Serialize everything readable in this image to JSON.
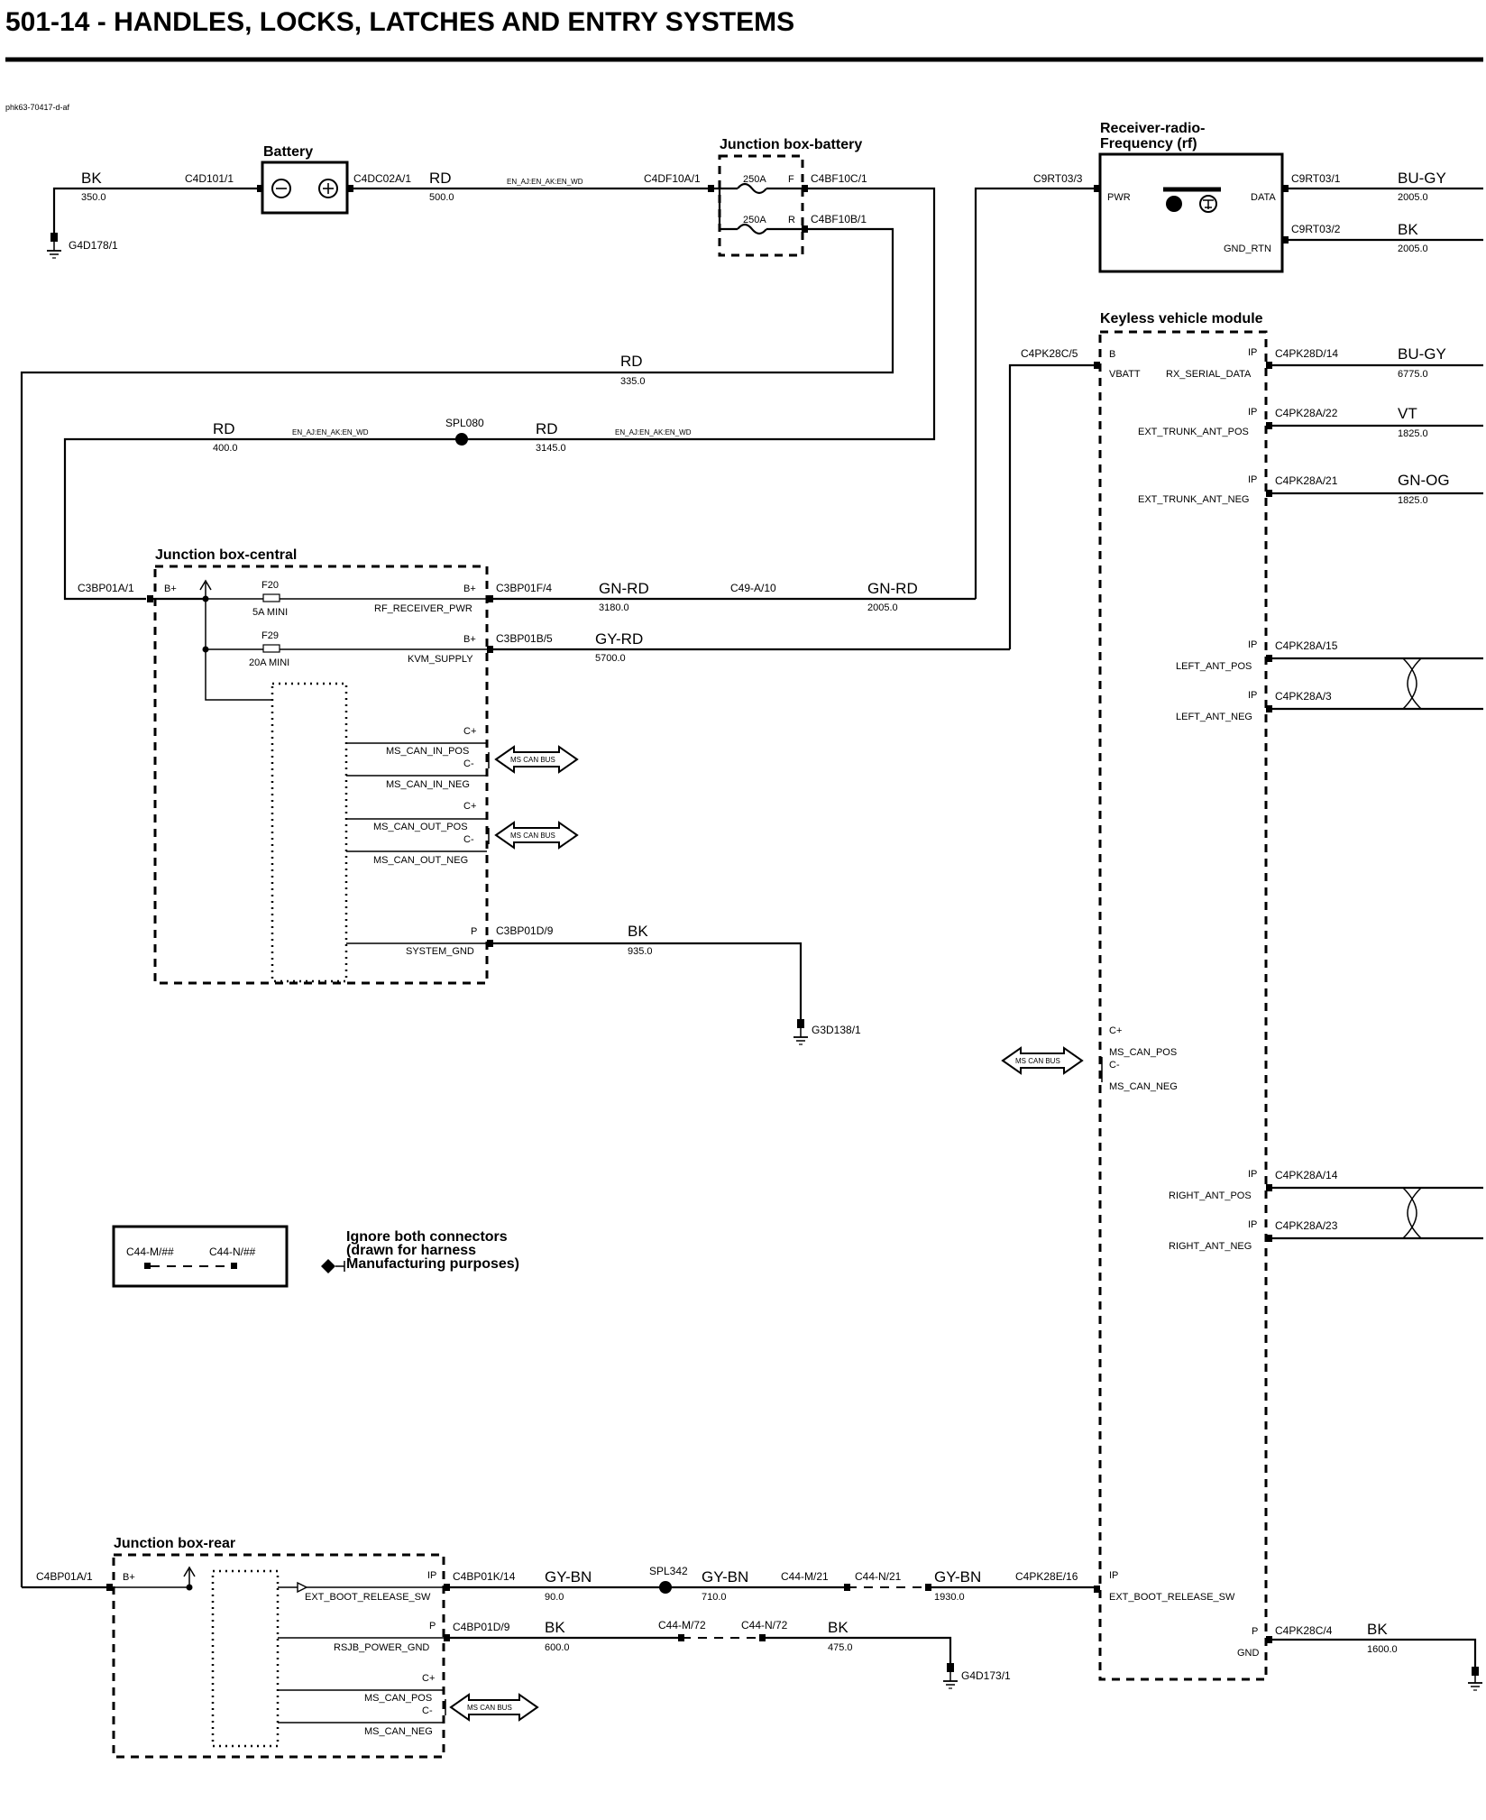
{
  "title": "501-14 - HANDLES, LOCKS, LATCHES AND ENTRY SYSTEMS",
  "figure_id": "phk63-70417-d-af",
  "components": {
    "battery": "Battery",
    "junction_box_battery": "Junction box-battery",
    "receiver_line1": "Receiver-radio-",
    "receiver_line2": "Frequency (rf)",
    "keyless_vehicle_module": "Keyless vehicle module",
    "junction_box_central": "Junction box-central",
    "junction_box_rear": "Junction box-rear"
  },
  "connectors": {
    "c4d101": "C4D101/1",
    "c4dc02a": "C4DC02A/1",
    "c4df10a": "C4DF10A/1",
    "c4bf10c": "C4BF10C/1",
    "c4bf10b": "C4BF10B/1",
    "c9rt03_3": "C9RT03/3",
    "c9rt03_1": "C9RT03/1",
    "c9rt03_2": "C9RT03/2",
    "c4pk28c_5": "C4PK28C/5",
    "c4pk28d_14": "C4PK28D/14",
    "c4pk28a_22": "C4PK28A/22",
    "c4pk28a_21": "C4PK28A/21",
    "c3bp01a": "C3BP01A/1",
    "c3bp01f": "C3BP01F/4",
    "c49a10": "C49-A/10",
    "c3bp01b": "C3BP01B/5",
    "c4pk28a_15": "C4PK28A/15",
    "c4pk28a_3": "C4PK28A/3",
    "c3bp01d": "C3BP01D/9",
    "c4pk28a_14": "C4PK28A/14",
    "c4pk28a_23": "C4PK28A/23",
    "c4bp01a": "C4BP01A/1",
    "c4bp01k": "C4BP01K/14",
    "c44m21": "C44-M/21",
    "c44n21": "C44-N/21",
    "c4pk28e": "C4PK28E/16",
    "c4bp01d": "C4BP01D/9",
    "c44m72": "C44-M/72",
    "c44n72": "C44-N/72",
    "c4pk28c_4": "C4PK28C/4"
  },
  "grounds": {
    "g4d178": "G4D178/1",
    "g3d138": "G3D138/1",
    "g4d173": "G4D173/1"
  },
  "splices": {
    "spl080": "SPL080",
    "spl342": "SPL342"
  },
  "wires": {
    "bk_batt": {
      "color": "BK",
      "length": "350.0"
    },
    "rd_batt": {
      "color": "RD",
      "length": "500.0",
      "note": "EN_AJ:EN_AK:EN_WD"
    },
    "rd_335": {
      "color": "RD",
      "length": "335.0"
    },
    "rd_400": {
      "color": "RD",
      "length": "400.0",
      "note": "EN_AJ:EN_AK:EN_WD"
    },
    "rd_3145": {
      "color": "RD",
      "length": "3145.0",
      "note": "EN_AJ:EN_AK:EN_WD"
    },
    "bugy_rx": {
      "color": "BU-GY",
      "length": "2005.0"
    },
    "bk_rx": {
      "color": "BK",
      "length": "2005.0"
    },
    "bugy_kvm": {
      "color": "BU-GY",
      "length": "6775.0"
    },
    "vt": {
      "color": "VT",
      "length": "1825.0"
    },
    "gnog": {
      "color": "GN-OG",
      "length": "1825.0"
    },
    "gnrd_a": {
      "color": "GN-RD",
      "length": "3180.0"
    },
    "gnrd_b": {
      "color": "GN-RD",
      "length": "2005.0"
    },
    "gyrd": {
      "color": "GY-RD",
      "length": "5700.0"
    },
    "bk_jbc": {
      "color": "BK",
      "length": "935.0"
    },
    "gybn_a": {
      "color": "GY-BN",
      "length": "90.0"
    },
    "gybn_b": {
      "color": "GY-BN",
      "length": "710.0"
    },
    "gybn_c": {
      "color": "GY-BN",
      "length": "1930.0"
    },
    "bk_rear_a": {
      "color": "BK",
      "length": "600.0"
    },
    "bk_rear_b": {
      "color": "BK",
      "length": "475.0"
    },
    "bk_kvm": {
      "color": "BK",
      "length": "1600.0"
    }
  },
  "fuses": {
    "f250a_label": "250A",
    "f250a_pin": "F",
    "r250a_label": "250A",
    "r250a_pin": "R",
    "f20_name": "F20",
    "f20_rating": "5A MINI",
    "f29_name": "F29",
    "f29_rating": "20A MINI"
  },
  "pins": {
    "pwr": "PWR",
    "data": "DATA",
    "gnd_rtn": "GND_RTN",
    "b": "B",
    "vbatt": "VBATT",
    "ip": "IP",
    "p": "P",
    "bplus": "B+",
    "cplus": "C+",
    "cminus": "C-",
    "rx_serial_data": "RX_SERIAL_DATA",
    "ext_trunk_ant_pos": "EXT_TRUNK_ANT_POS",
    "ext_trunk_ant_neg": "EXT_TRUNK_ANT_NEG",
    "rf_receiver_pwr": "RF_RECEIVER_PWR",
    "kvm_supply": "KVM_SUPPLY",
    "ms_can_in_pos": "MS_CAN_IN_POS",
    "ms_can_in_neg": "MS_CAN_IN_NEG",
    "ms_can_out_pos": "MS_CAN_OUT_POS",
    "ms_can_out_neg": "MS_CAN_OUT_NEG",
    "system_gnd": "SYSTEM_GND",
    "left_ant_pos": "LEFT_ANT_POS",
    "left_ant_neg": "LEFT_ANT_NEG",
    "ms_can_pos": "MS_CAN_POS",
    "ms_can_neg": "MS_CAN_NEG",
    "right_ant_pos": "RIGHT_ANT_POS",
    "right_ant_neg": "RIGHT_ANT_NEG",
    "ext_boot_release_sw": "EXT_BOOT_RELEASE_SW",
    "rsjb_power_gnd": "RSJB_POWER_GND",
    "gnd": "GND"
  },
  "bus_label": "MS CAN BUS",
  "legend": {
    "conn_m": "C44-M/##",
    "conn_n": "C44-N/##",
    "note_line1": "Ignore both connectors",
    "note_line2": "(drawn for harness",
    "note_line3": "Manufacturing purposes)"
  },
  "colors": {
    "ink": "#000000",
    "paper": "#ffffff"
  }
}
